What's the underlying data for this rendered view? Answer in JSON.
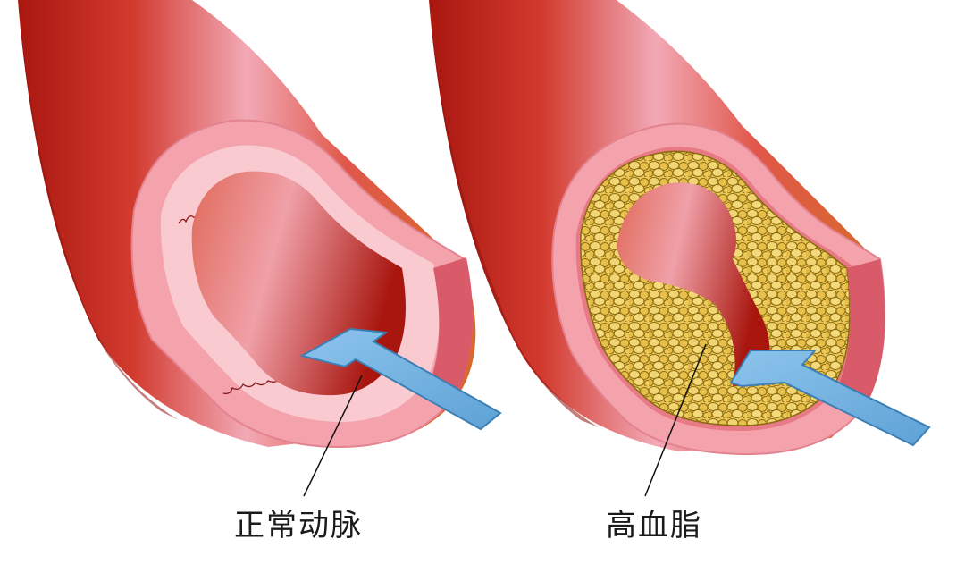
{
  "diagram": {
    "panels": [
      {
        "id": "normal",
        "label": "正常动脉",
        "description": "Cross-section of a healthy artery with clear lumen and blue blood-flow arrow"
      },
      {
        "id": "hyperlipidemia",
        "label": "高血脂",
        "description": "Cross-section of an artery lined with yellow fatty plaque narrowing the lumen, blue blood-flow arrow"
      }
    ],
    "colors": {
      "artery_outer": "#c8281e",
      "artery_highlight": "#f2a7b4",
      "artery_shadow": "#8e1410",
      "wall_pink": "#f29aa4",
      "wall_light": "#f8c6cc",
      "lumen": "#c63a36",
      "plaque": "#e8c24a",
      "plaque_outline": "#8a6a10",
      "flow_arrow": "#6fb0e0",
      "flow_arrow_edge": "#3b7fb5",
      "background": "#ffffff",
      "label_text": "#1a1a1a"
    }
  }
}
